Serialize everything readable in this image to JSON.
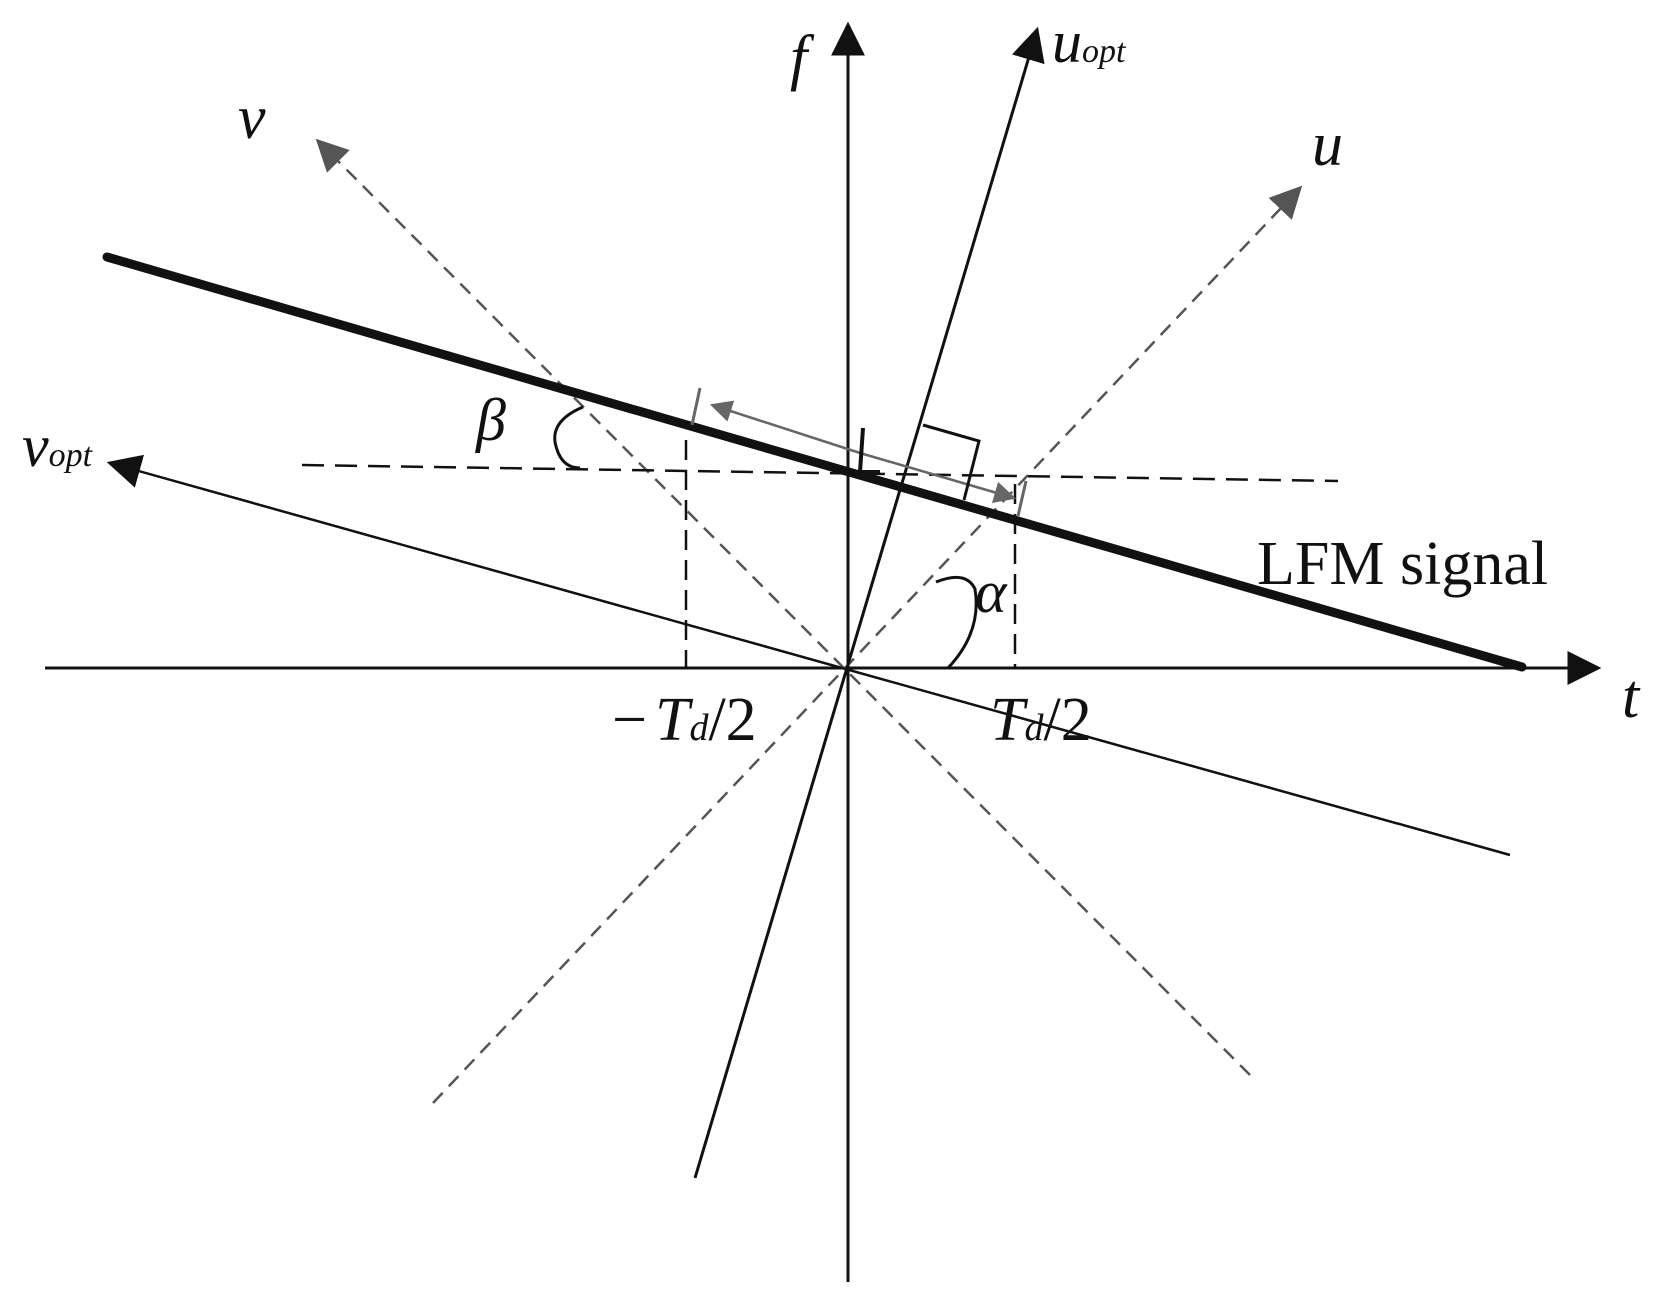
{
  "diagram": {
    "axes": {
      "t": "t",
      "f": "f",
      "u": "u",
      "v": "v",
      "u_opt_main": "u",
      "u_opt_sub": "opt",
      "v_opt_main": "v",
      "v_opt_sub": "opt"
    },
    "angles": {
      "alpha": "α",
      "beta": "β"
    },
    "ticks": {
      "neg_half_pre": "−",
      "neg_half_T": "T",
      "neg_half_sub": "d",
      "neg_half_post": "/2",
      "pos_half_T": "T",
      "pos_half_sub": "d",
      "pos_half_post": "/2"
    },
    "signal_label": "LFM signal",
    "colors": {
      "axis": "#111111",
      "dashed_gray": "#555555",
      "arrow_gray": "#666666"
    }
  }
}
